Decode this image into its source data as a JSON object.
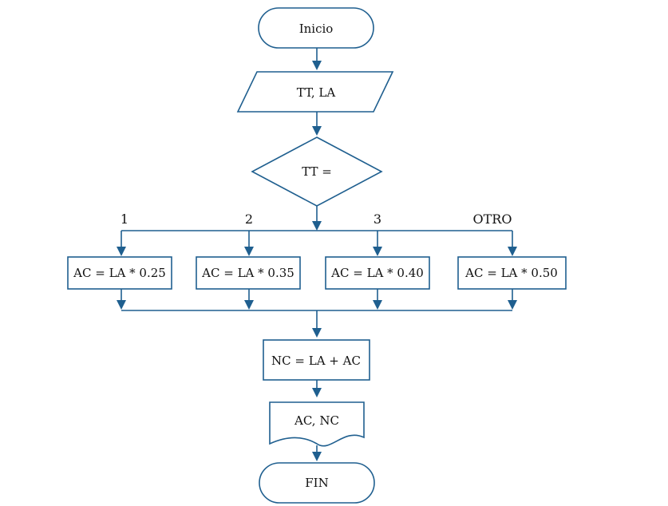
{
  "nodes": {
    "start": "Inicio",
    "input": "TT, LA",
    "decision": "TT =",
    "calc1": "AC = LA * 0.25",
    "calc2": "AC = LA * 0.35",
    "calc3": "AC = LA * 0.40",
    "calc4": "AC = LA * 0.50",
    "net": "NC = LA + AC",
    "output": "AC, NC",
    "end": "FIN"
  },
  "cases": {
    "c1": "1",
    "c2": "2",
    "c3": "3",
    "c4": "OTRO"
  },
  "colors": {
    "stroke": "#1f5f8f",
    "text": "#111111"
  }
}
